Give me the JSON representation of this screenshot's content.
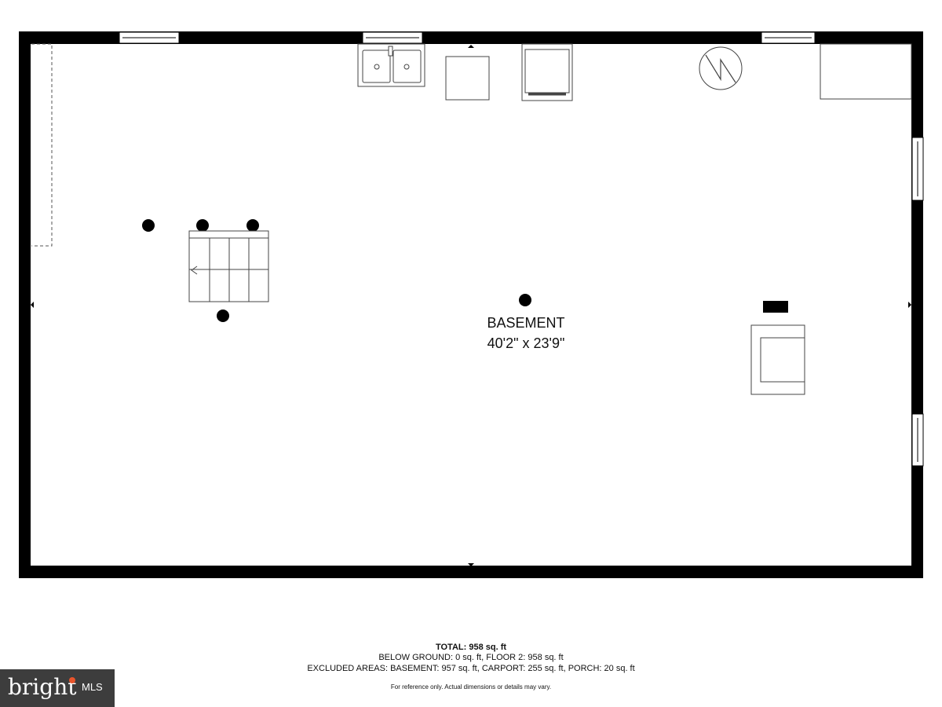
{
  "room": {
    "name": "BASEMENT",
    "dimensions": "40'2\" x 23'9\""
  },
  "summary": {
    "total": "TOTAL: 958 sq. ft",
    "below_ground": "BELOW GROUND: 0 sq. ft, FLOOR 2: 958 sq. ft",
    "excluded": "EXCLUDED AREAS: BASEMENT: 957 sq. ft, CARPORT: 255 sq. ft, PORCH: 20 sq. ft",
    "disclaimer": "For reference only. Actual dimensions or details may vary."
  },
  "logo": {
    "brand": "bright",
    "suffix": "MLS",
    "accent_color": "#e8542b"
  },
  "colors": {
    "wall": "#000000",
    "fixture_stroke": "#444444"
  }
}
